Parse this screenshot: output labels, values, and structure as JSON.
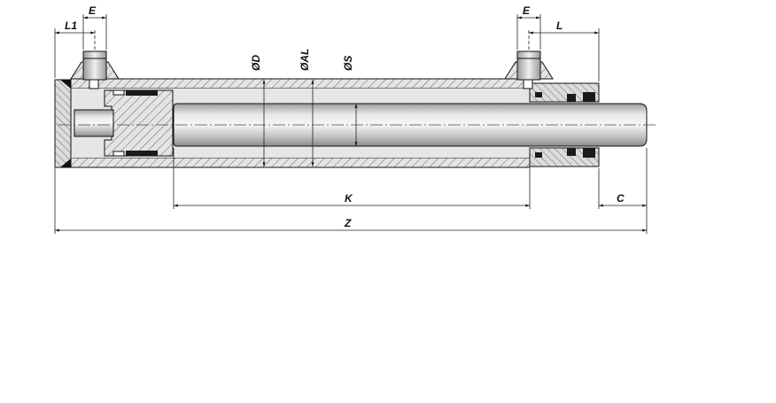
{
  "diagram": {
    "labels": {
      "l1": "L1",
      "e_left": "E",
      "e_right": "E",
      "l": "L",
      "d": "ØD",
      "al": "ØAL",
      "s": "ØS",
      "k": "K",
      "c": "C",
      "z": "Z"
    },
    "colors": {
      "hatch": "#b8b8b8",
      "rod": "#d4d4d4",
      "seal": "#1a1a1a",
      "outline": "#111111"
    }
  }
}
